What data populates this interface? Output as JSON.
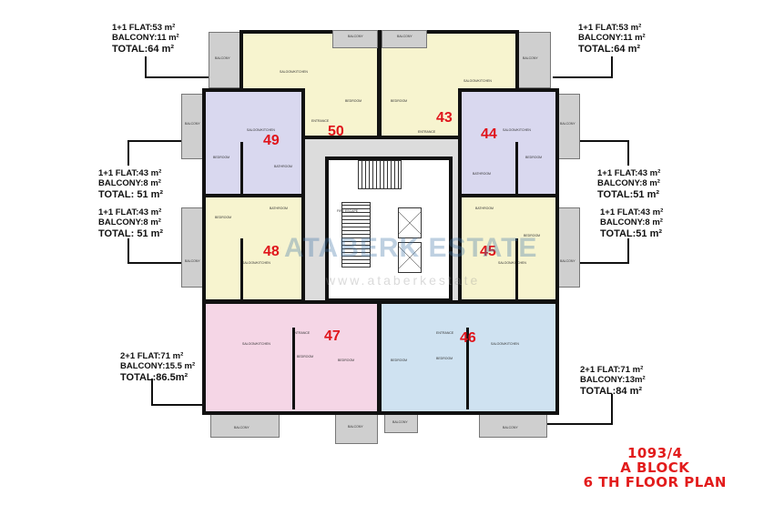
{
  "units": [
    {
      "number": "50",
      "type": "1+1 FLAT:53 m²",
      "balcony": "BALCONY:11  m²",
      "total": "TOTAL:64 m²",
      "color": "#f7f4cf"
    },
    {
      "number": "43",
      "type": "1+1 FLAT:53 m²",
      "balcony": "BALCONY:11  m²",
      "total": "TOTAL:64 m²",
      "color": "#f7f4cf"
    },
    {
      "number": "49",
      "type": "1+1 FLAT:43 m²",
      "balcony": "BALCONY:8 m²",
      "total": "TOTAL: 51 m²",
      "color": "#d9d8ef"
    },
    {
      "number": "44",
      "type": "1+1 FLAT:43 m²",
      "balcony": "BALCONY:8 m²",
      "total": "TOTAL:51 m²",
      "color": "#d9d8ef"
    },
    {
      "number": "48",
      "type": "1+1 FLAT:43 m²",
      "balcony": "BALCONY:8 m²",
      "total": "TOTAL: 51 m²",
      "color": "#f7f4cf"
    },
    {
      "number": "45",
      "type": "1+1 FLAT:43 m²",
      "balcony": "BALCONY:8 m²",
      "total": "TOTAL:51 m²",
      "color": "#f7f4cf"
    },
    {
      "number": "47",
      "type": "2+1 FLAT:71 m²",
      "balcony": "BALCONY:15.5 m²",
      "total": "TOTAL:86.5m²",
      "color": "#f5d6e6"
    },
    {
      "number": "46",
      "type": "2+1 FLAT:71 m²",
      "balcony": "BALCONY:13m²",
      "total": "TOTAL:84 m²",
      "color": "#cfe2f1"
    }
  ],
  "rooms": {
    "saloon": "SALOON/KITCHEN",
    "bedroom": "BEDROOM",
    "bathroom": "BATHROOM",
    "entrance": "ENTRANCE",
    "balcony": "BALCONY",
    "fire_escape": "FIRE ESCAPE"
  },
  "watermark": {
    "brand": "ATABERK ESTATE",
    "url": "www.ataberkestate"
  },
  "title": {
    "line1": "1093/4",
    "line2": "A BLOCK",
    "line3": "6 TH FLOOR PLAN",
    "color": "#e21b1b"
  }
}
